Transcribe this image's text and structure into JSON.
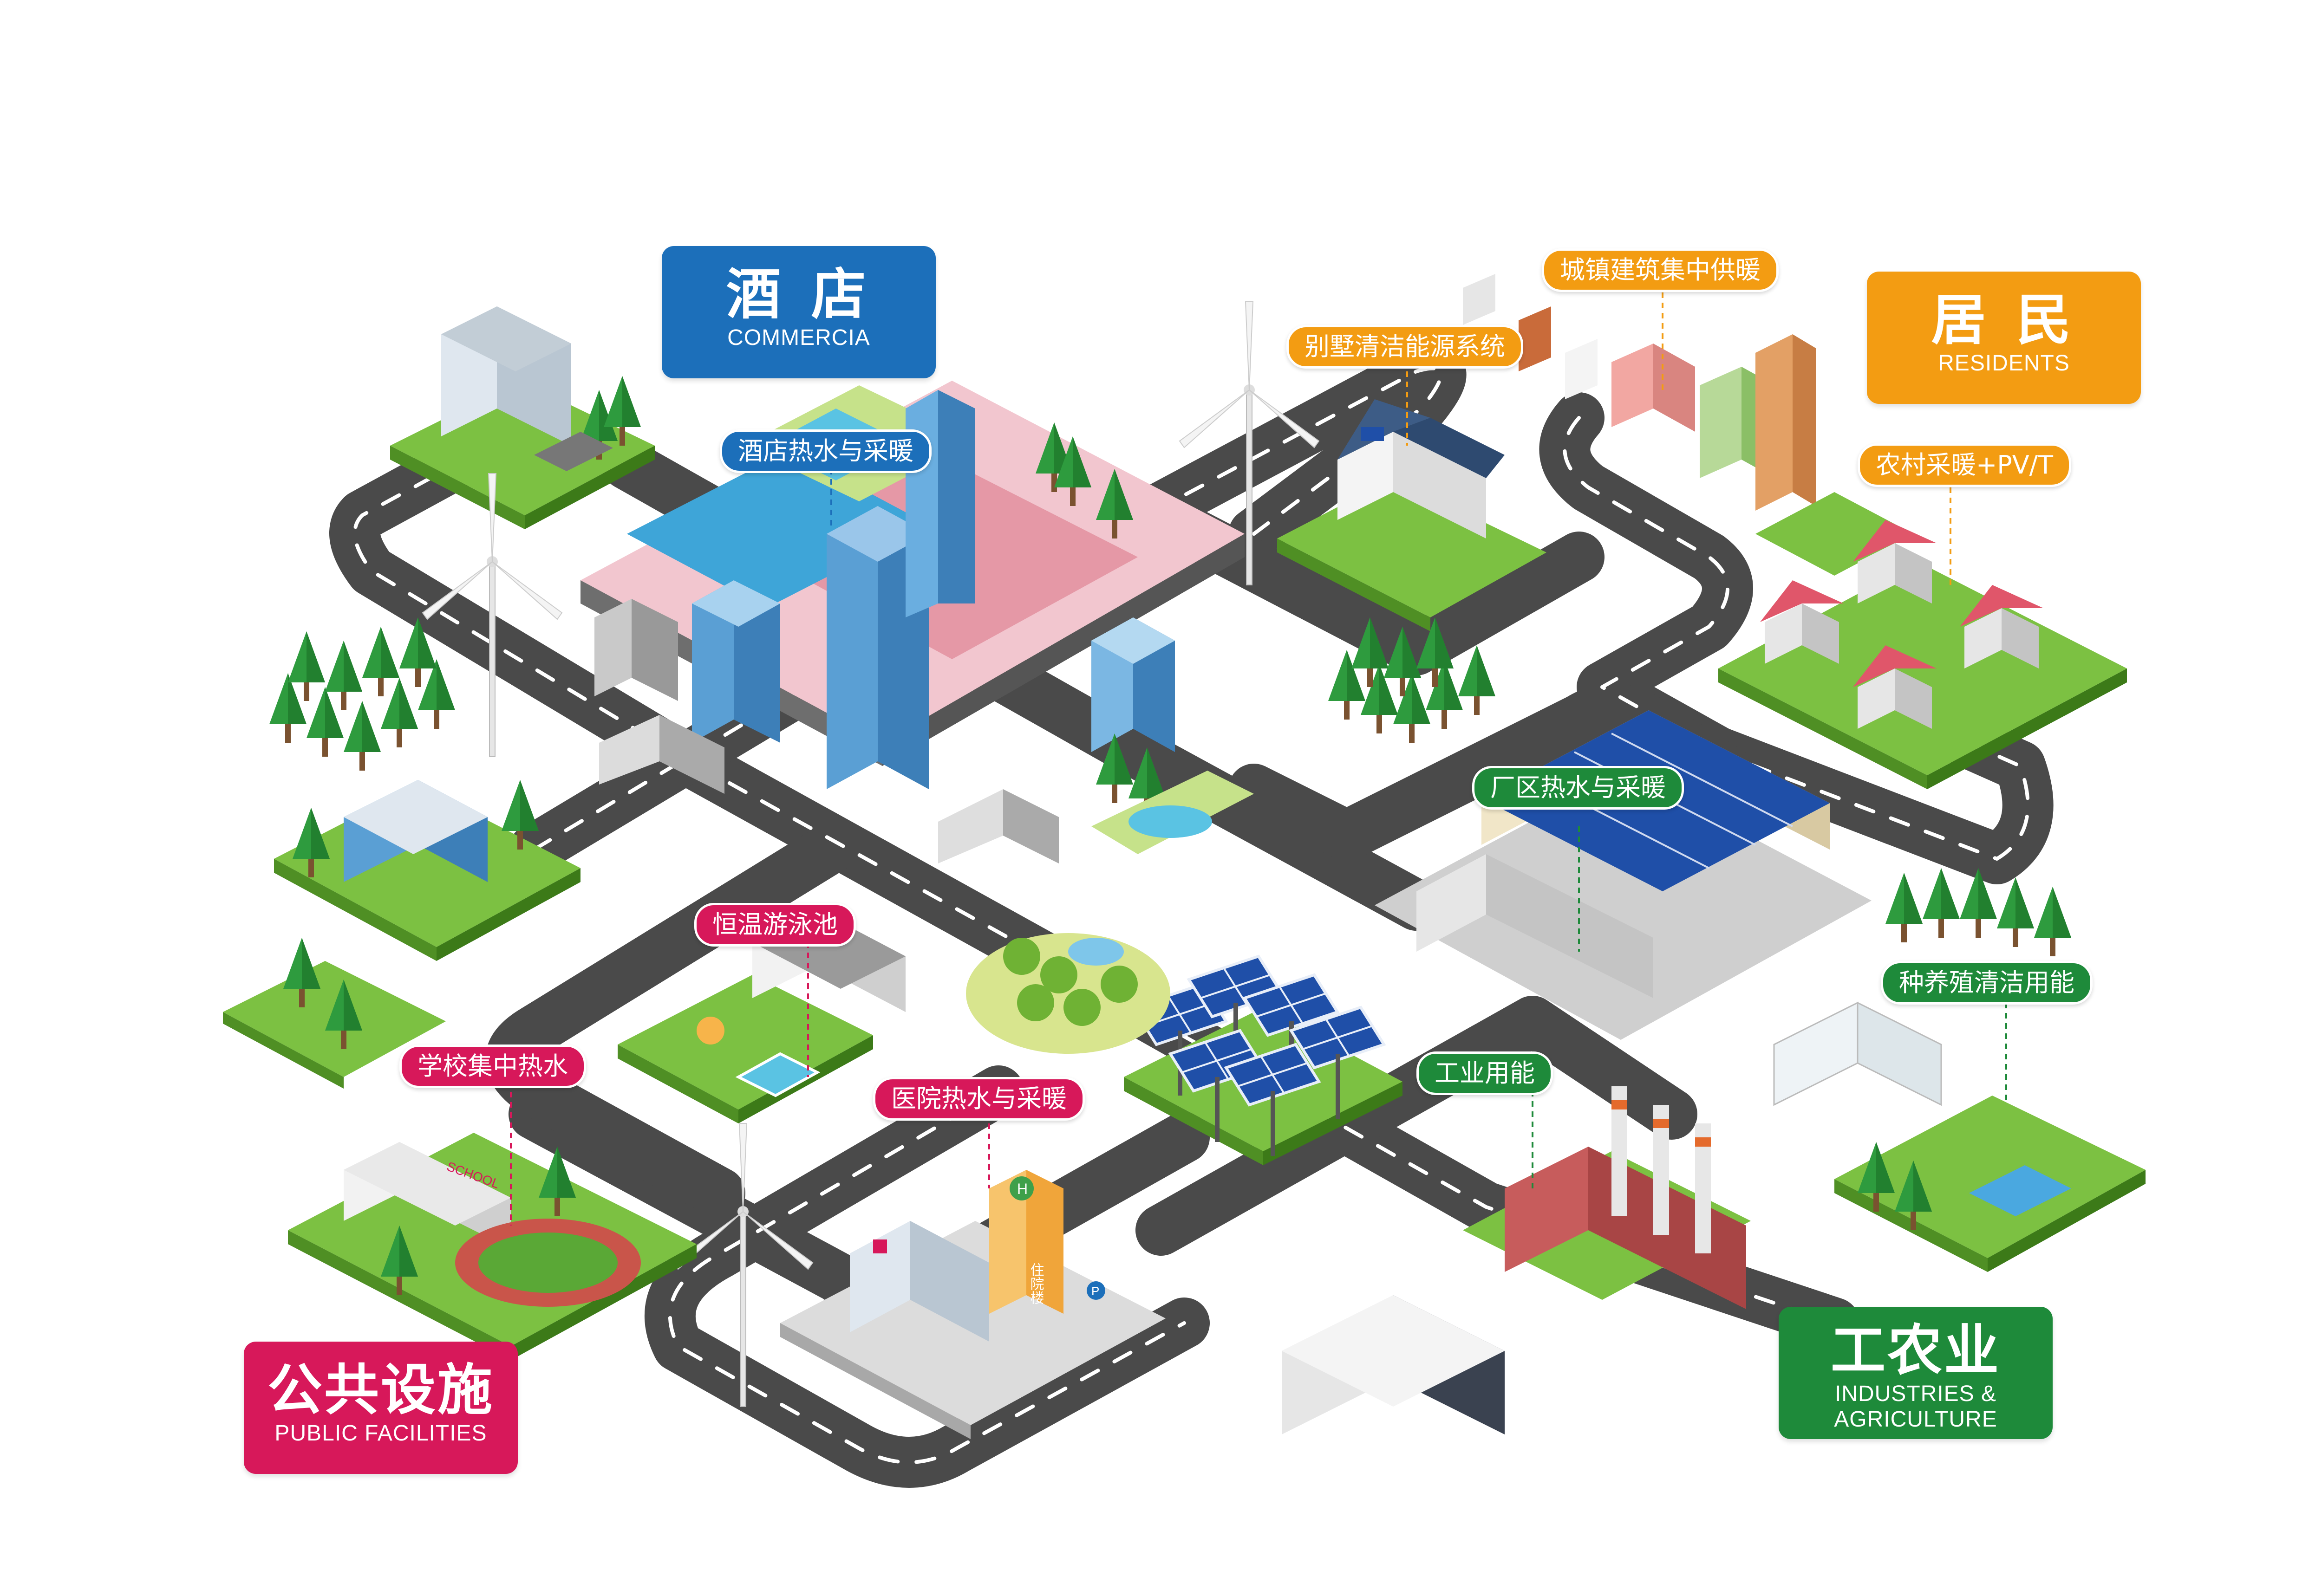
{
  "categories": {
    "hotel": {
      "title": "酒 店",
      "subtitle": "COMMERCIA",
      "color": "#1c6fba"
    },
    "residents": {
      "title": "居 民",
      "subtitle": "RESIDENTS",
      "color": "#f39c12"
    },
    "public": {
      "title": "公共设施",
      "subtitle": "PUBLIC FACILITIES",
      "color": "#d7185a"
    },
    "industry": {
      "title": "工农业",
      "subtitle_line1": "INDUSTRIES &",
      "subtitle_line2": "AGRICULTURE",
      "color": "#1e8a3a"
    }
  },
  "labels": {
    "hotel_hot_water": "酒店热水与采暖",
    "villa_clean_energy": "别墅清洁能源系统",
    "town_central_heat": "城镇建筑集中供暖",
    "rural_heat_pvt": "农村采暖+PV/T",
    "factory_hot_water": "厂区热水与采暖",
    "farming_clean": "种养殖清洁用能",
    "industrial_energy": "工业用能",
    "constant_temp_pool": "恒温游泳池",
    "school_hot_water": "学校集中热水",
    "hospital_hot_water": "医院热水与采暖"
  },
  "signs": {
    "school": "SCHOOL",
    "hospital_tower": "住院楼",
    "parking": "P",
    "helipad": "H"
  },
  "colors": {
    "road": "#4a4a4a",
    "road_edge": "#ffffff",
    "grass": "#7cc142",
    "grass_dark": "#4f8f24",
    "tree": "#2e9b3e",
    "glass": "#5a9fd4",
    "roof_red": "#e0566a",
    "solar": "#1f4fa8"
  }
}
